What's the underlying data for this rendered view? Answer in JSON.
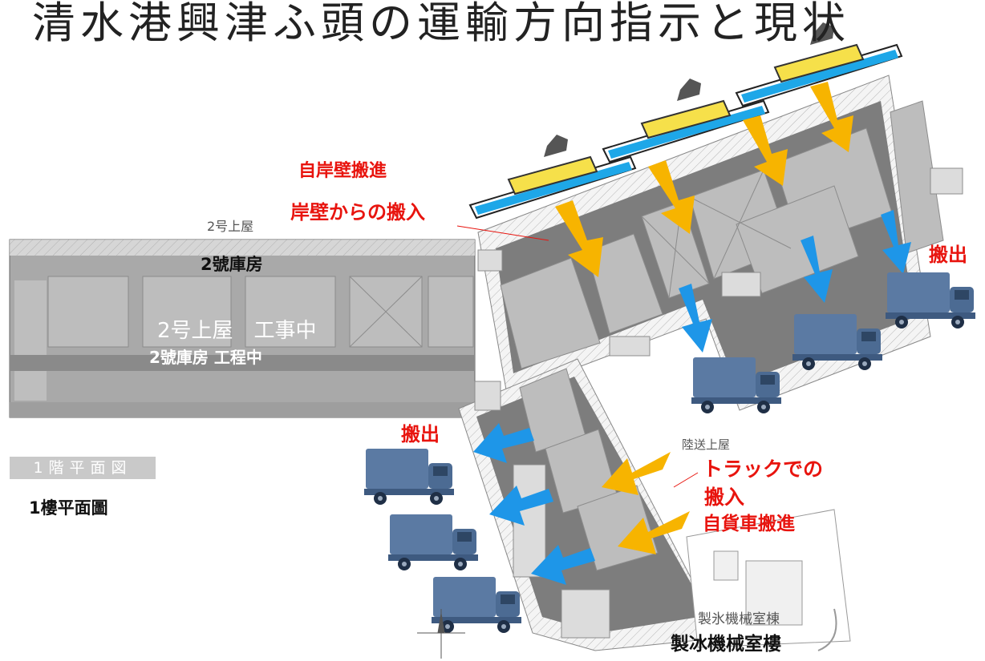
{
  "title": "清水港興津ふ頭の運輸方向指示と現状",
  "plan_label": "1階平面図",
  "plan_caption": "1樓平面圖",
  "building2": {
    "jp_name": "2号上屋",
    "cn_name": "2號庫房",
    "jp_status": "2号上屋　工事中",
    "cn_status": "2號庫房 工程中"
  },
  "inbound_quay": {
    "cn": "自岸壁搬進",
    "jp": "岸壁からの搬入"
  },
  "outbound_east": "搬出",
  "outbound_west": "搬出",
  "inbound_truck": {
    "jp_line1": "トラックでの",
    "jp_line2": "搬入",
    "cn": "自貨車搬進"
  },
  "land_shed": "陸送上屋",
  "ice_plant": {
    "jp": "製氷機械室棟",
    "cn": "製冰機械室樓"
  },
  "colors": {
    "red_text": "#e8140e",
    "inbound_arrow": "#f7b400",
    "outbound_arrow": "#1e96e8",
    "truck": "#5b7aa3",
    "floor": "#bdbdbd",
    "aisle": "#7d7d7d"
  },
  "icons": [
    "ship-icon",
    "truck-icon",
    "inbound-arrow-icon",
    "outbound-arrow-icon",
    "compass-icon"
  ]
}
